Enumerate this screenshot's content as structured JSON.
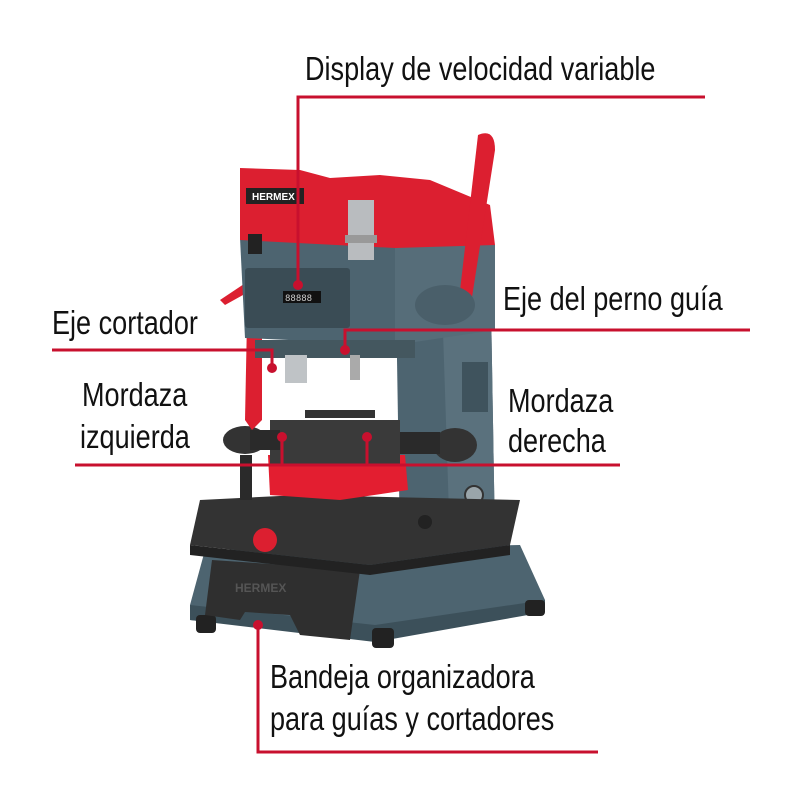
{
  "brand": "HERMEX",
  "colors": {
    "accent": "#c8102e",
    "body": "#4d6470",
    "red_part": "#dc1f30",
    "dark_part": "#2b2b2b"
  },
  "callouts": [
    {
      "id": "display",
      "lines": [
        "Display de velocidad variable"
      ]
    },
    {
      "id": "guide-pin",
      "lines": [
        "Eje del perno guía"
      ]
    },
    {
      "id": "cutter",
      "lines": [
        "Eje cortador"
      ]
    },
    {
      "id": "left-jaw",
      "lines": [
        "Mordaza",
        "izquierda"
      ]
    },
    {
      "id": "right-jaw",
      "lines": [
        "Mordaza",
        "derecha"
      ]
    },
    {
      "id": "tray",
      "lines": [
        "Bandeja organizadora",
        "para guías y cortadores"
      ]
    }
  ],
  "display_readout": "88888"
}
